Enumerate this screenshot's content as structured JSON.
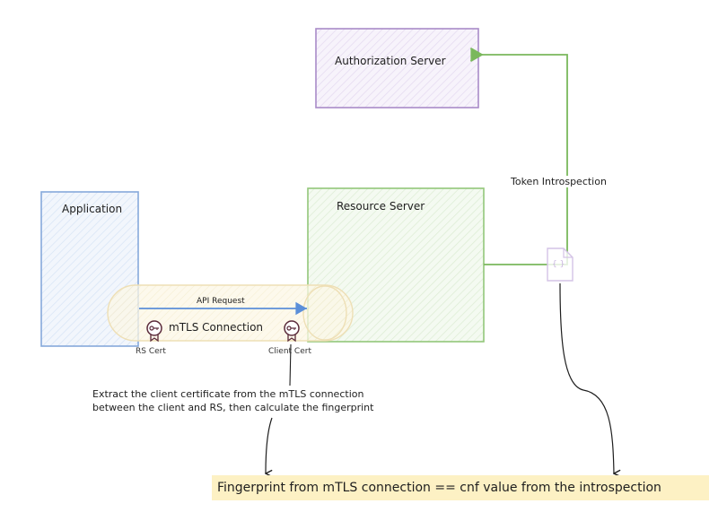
{
  "nodes": {
    "authorization_server": {
      "label": "Authorization Server",
      "stroke": "#9c7cc0",
      "fill": "#f3eef9"
    },
    "application": {
      "label": "Application",
      "stroke": "#7a9fd6",
      "fill": "#eaf1fb"
    },
    "resource_server": {
      "label": "Resource Server",
      "stroke": "#86c06c",
      "fill": "#eef7ea"
    }
  },
  "connection": {
    "label": "mTLS Connection",
    "fill": "#fbf3dc",
    "stroke": "#ecdcb0"
  },
  "edges": {
    "api_request": {
      "label": "API Request",
      "color": "#5b8fd9"
    },
    "token_introspection": {
      "label": "Token Introspection",
      "color": "#7ab85c"
    }
  },
  "certificates": {
    "rs_cert": {
      "label": "RS Cert",
      "icon": "certificate-key-icon"
    },
    "client_cert": {
      "label": "Client Cert",
      "icon": "certificate-key-icon"
    }
  },
  "introspection_doc": {
    "icon": "json-file-icon",
    "glyph": "{ }"
  },
  "annotation": {
    "line1": "Extract the client certificate from the mTLS connection",
    "line2": "between the client and RS, then calculate the fingerprint"
  },
  "result": {
    "text": "Fingerprint from mTLS connection == cnf value from the introspection",
    "fill": "#fdf1c4"
  }
}
